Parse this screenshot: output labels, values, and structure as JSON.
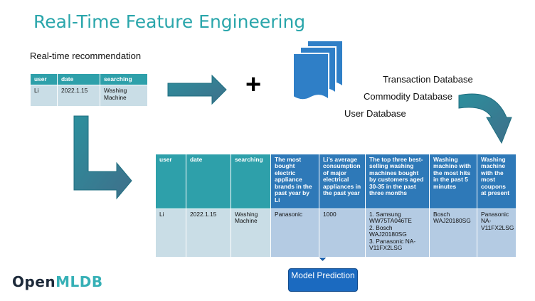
{
  "title": "Real-Time Feature Engineering",
  "subtitle": "Real-time recommendation",
  "small_table": {
    "headers": [
      "user",
      "date",
      "searching"
    ],
    "rows": [
      [
        "Li",
        "2022.1.15",
        "Washing Machine"
      ]
    ]
  },
  "databases": [
    "Transaction Database",
    "Commodity Database",
    "User Database"
  ],
  "plus_sign": "+",
  "big_table": {
    "headers": [
      "user",
      "date",
      "searching",
      "The most bought electric appliance brands in the past year by Li",
      "Li's average consumption of major electrical appliances in the past year",
      "The top three best-selling washing machines bought by customers aged 30-35 in the past three months",
      "Washing machine with the most hits in the past 5 minutes",
      "Washing machine with the most coupons at present"
    ],
    "rows": [
      [
        "Li",
        "2022.1.15",
        "Washing Machine",
        "Panasonic",
        "1000",
        "1. Samsung WW75TA046TE\n2. Bosch WAJ20180SG\n3. Panasonic NA-V11FX2LSG",
        "Bosch WAJ20180SG",
        "Panasonic NA-V11FX2LSG"
      ]
    ]
  },
  "model_button": "Model Prediction",
  "logo": {
    "part1": "Open",
    "part2": "MLDB"
  },
  "colors": {
    "teal": "#2ea0aa",
    "teal_light": "#c9dde6",
    "blue_header": "#2e79b8",
    "blue_cell": "#b4cbe3",
    "title": "#2aa6ab",
    "button": "#1b6ac0"
  }
}
